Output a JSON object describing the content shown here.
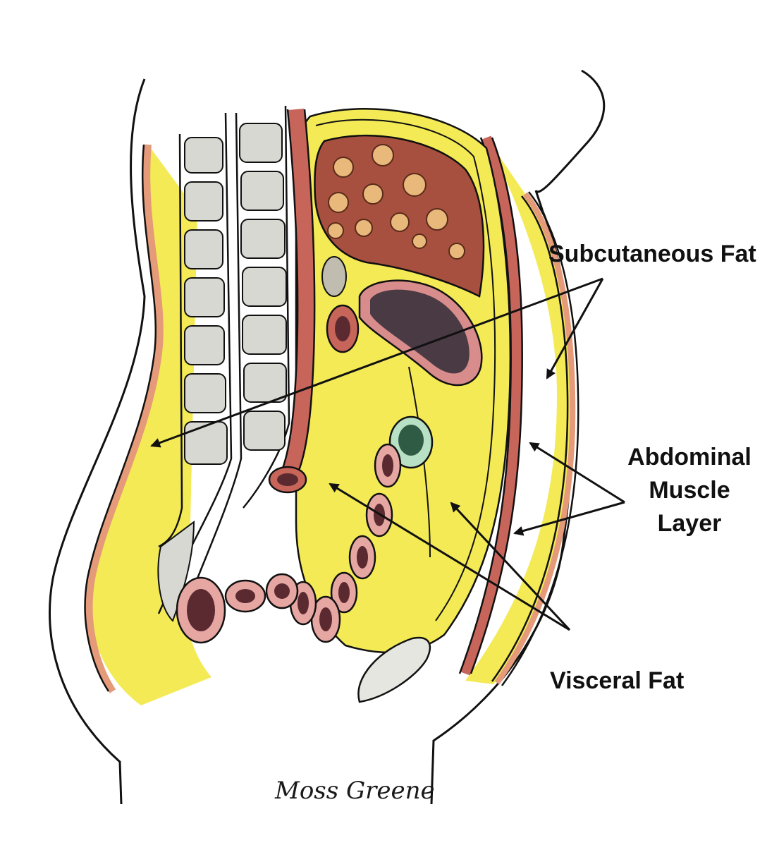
{
  "labels": {
    "subcutaneous": "Subcutaneous Fat",
    "abdominal_line1": "Abdominal",
    "abdominal_line2": "Muscle",
    "abdominal_line3": "Layer",
    "visceral": "Visceral Fat"
  },
  "signature": "Moss Greene",
  "colors": {
    "fat": "#f2e84a",
    "fat_light": "#f7f28c",
    "skin": "#e9a78a",
    "muscle": "#c8655a",
    "bone": "#d6d6d0",
    "liver": "#a24a3c",
    "stomach": "#4a3a44",
    "outline": "#111111",
    "gall": "#2f7a5b"
  }
}
